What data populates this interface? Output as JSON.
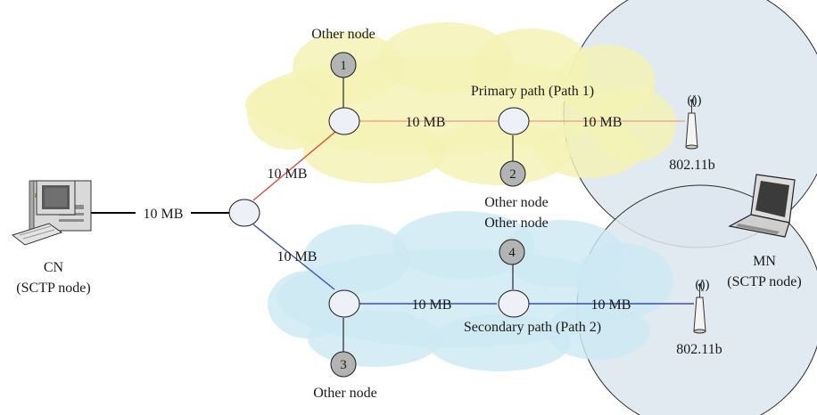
{
  "colors": {
    "cloud_primary": "#f4f3b4",
    "cloud_secondary": "#cde9f3",
    "coverage": "#dde6ee",
    "router_fill": "#eef0f7",
    "other_node_fill": "#b3b3b3",
    "line_black": "#000000",
    "line_red": "#e0463a",
    "line_orange": "#f0a890",
    "line_blue": "#3c4fa6",
    "line_blue_light": "#7b86c4"
  },
  "icons": [
    "desktop-computer-icon",
    "laptop-icon",
    "wireless-antenna-icon"
  ],
  "cn": {
    "name": "CN",
    "role": "(SCTP node)"
  },
  "mn": {
    "name": "MN",
    "role": "(SCTP node)"
  },
  "links": {
    "cn_to_edge": "10 MB",
    "edge_to_primary": "10 MB",
    "edge_to_secondary": "10 MB",
    "primary_middle": "10 MB",
    "primary_wireless": "10 MB",
    "secondary_middle": "10 MB",
    "secondary_wireless": "10 MB"
  },
  "paths": {
    "primary": "Primary path (Path 1)",
    "secondary": "Secondary path (Path 2)"
  },
  "access_points": {
    "primary": "802.11b",
    "secondary": "802.11b"
  },
  "other_nodes": [
    {
      "id": "1",
      "label": "Other node"
    },
    {
      "id": "2",
      "label": "Other node"
    },
    {
      "id": "3",
      "label": "Other node"
    },
    {
      "id": "4",
      "label": "Other node"
    }
  ]
}
